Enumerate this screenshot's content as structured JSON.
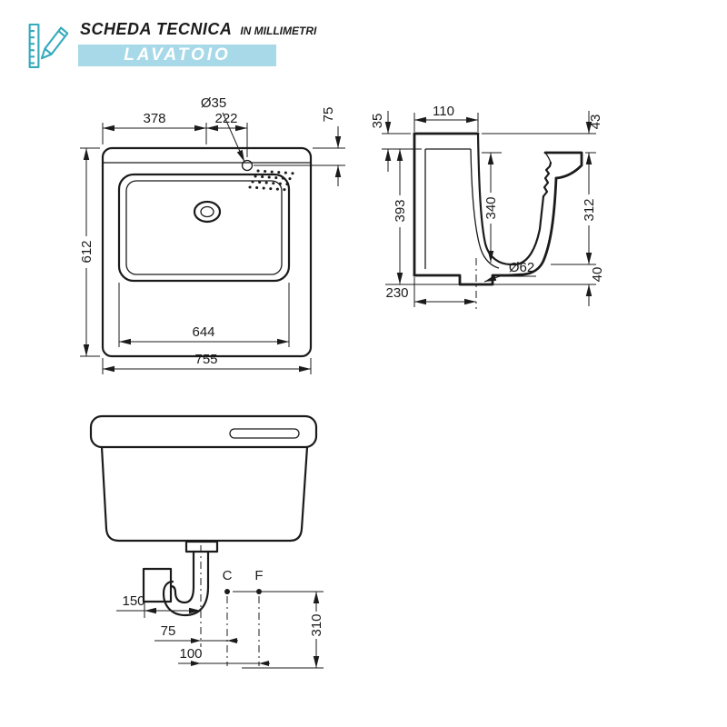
{
  "header": {
    "title": "SCHEDA TECNICA",
    "subtitle": "IN MILLIMETRI",
    "banner": "LAVATOIO",
    "banner_bg": "#a7d9e8",
    "banner_text_color": "#ffffff",
    "icon_color": "#35aabc",
    "line_color": "#1b1b1b"
  },
  "front_view": {
    "dims": {
      "hole_diameter": "Ø35",
      "left_to_center": "378",
      "center_to_hole": "222",
      "top_to_hole": "75",
      "height": "612",
      "inner_width": "644",
      "total_width": "755"
    }
  },
  "section_view": {
    "dims": {
      "ledge_width": "110",
      "ledge_thickness": "35",
      "rim_drop": "43",
      "back_height": "393",
      "basin_depth": "340",
      "front_height": "312",
      "drain_offset": "230",
      "drain_diameter": "Ø62",
      "drain_boss_height": "40"
    }
  },
  "installation_view": {
    "labels": {
      "c_label": "C",
      "f_label": "F"
    },
    "dims": {
      "wall_to_trap": "150",
      "trap_to_c": "75",
      "trap_to_f": "100",
      "height_from_floor": "310"
    }
  }
}
